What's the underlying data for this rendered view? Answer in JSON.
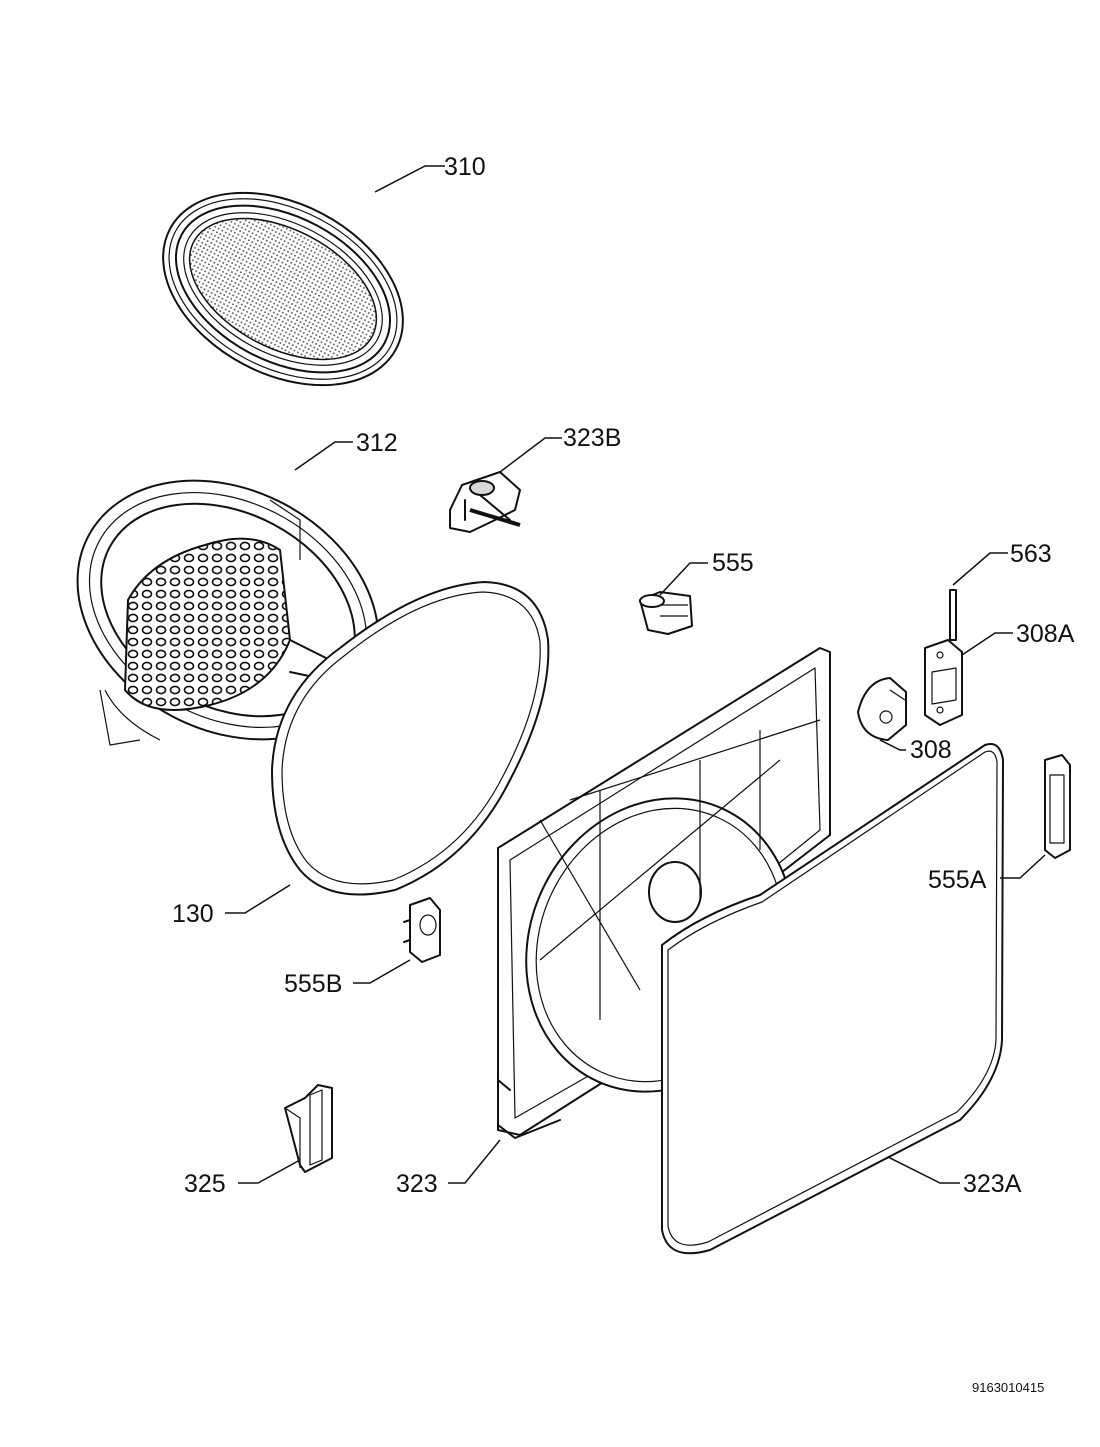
{
  "diagram": {
    "document_id": "9163010415",
    "labels": {
      "p310": "310",
      "p312": "312",
      "p323B": "323B",
      "p555": "555",
      "p563": "563",
      "p308A": "308A",
      "p308": "308",
      "p555A": "555A",
      "p130": "130",
      "p555B": "555B",
      "p325": "325",
      "p323": "323",
      "p323A": "323A"
    }
  }
}
